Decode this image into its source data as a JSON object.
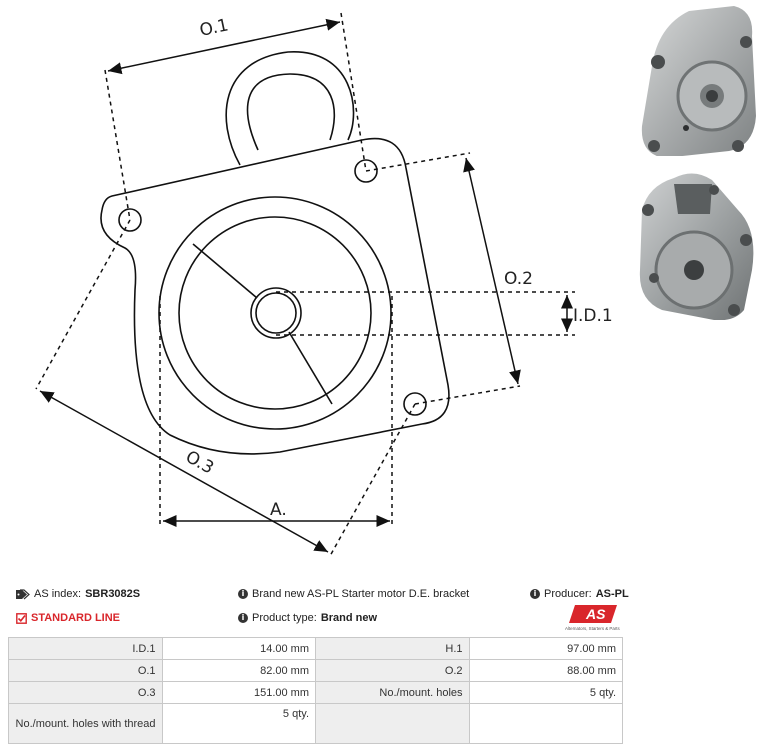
{
  "drawing": {
    "labels": {
      "o1": "O.1",
      "o2": "O.2",
      "o3": "O.3",
      "id1": "I.D.1",
      "a": "A."
    }
  },
  "info": {
    "as_index_label": "AS index:",
    "as_index_value": "SBR3082S",
    "description": "Brand new AS-PL Starter motor D.E. bracket",
    "producer_label": "Producer:",
    "producer_value": "AS-PL",
    "standard_line": "STANDARD LINE",
    "product_type_label": "Product type:",
    "product_type_value": "Brand new"
  },
  "logo": {
    "text": "AS",
    "tagline": "Alternators, Starters & Parts",
    "color": "#d9262b"
  },
  "specs": {
    "rows": [
      [
        {
          "label": "I.D.1",
          "value": "14.00 mm"
        },
        {
          "label": "H.1",
          "value": "97.00 mm"
        }
      ],
      [
        {
          "label": "O.1",
          "value": "82.00 mm"
        },
        {
          "label": "O.2",
          "value": "88.00 mm"
        }
      ],
      [
        {
          "label": "O.3",
          "value": "151.00 mm"
        },
        {
          "label": "No./mount. holes",
          "value": "5 qty."
        }
      ],
      [
        {
          "label": "No./mount. holes with thread",
          "value": "5 qty."
        },
        {
          "label": "",
          "value": ""
        }
      ]
    ]
  }
}
